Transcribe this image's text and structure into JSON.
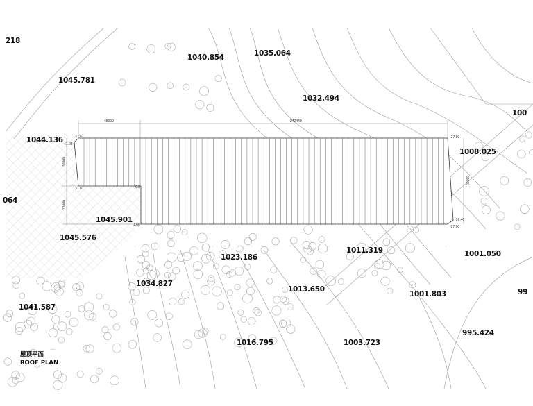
{
  "drawing": {
    "title_cn": "屋顶平面",
    "title_en": "ROOF PLAN",
    "elevations": [
      "218",
      "1040.854",
      "1035.064",
      "1045.781",
      "1032.494",
      "100",
      "1044.136",
      "1008.025",
      "064",
      "1045.901",
      "1045.576",
      "1011.319",
      "1023.186",
      "1001.050",
      "1034.827",
      "1013.650",
      "1001.803",
      "99",
      "1041.587",
      "995.424",
      "1016.795",
      "1003.723"
    ],
    "dimensions": {
      "top_left": "48000",
      "top_total": "242440",
      "left_upper": "37000",
      "left_lower": "31000",
      "right": "68000"
    },
    "spot_levels": {
      "tl_top": "31.87",
      "tl_corner": "41.08",
      "notch_left": "31.87",
      "notch_right": "9.8",
      "bottom_left": "1.60",
      "tr": "-27.90",
      "br_upper": "-18.40",
      "br_lower": "-27.90"
    }
  }
}
